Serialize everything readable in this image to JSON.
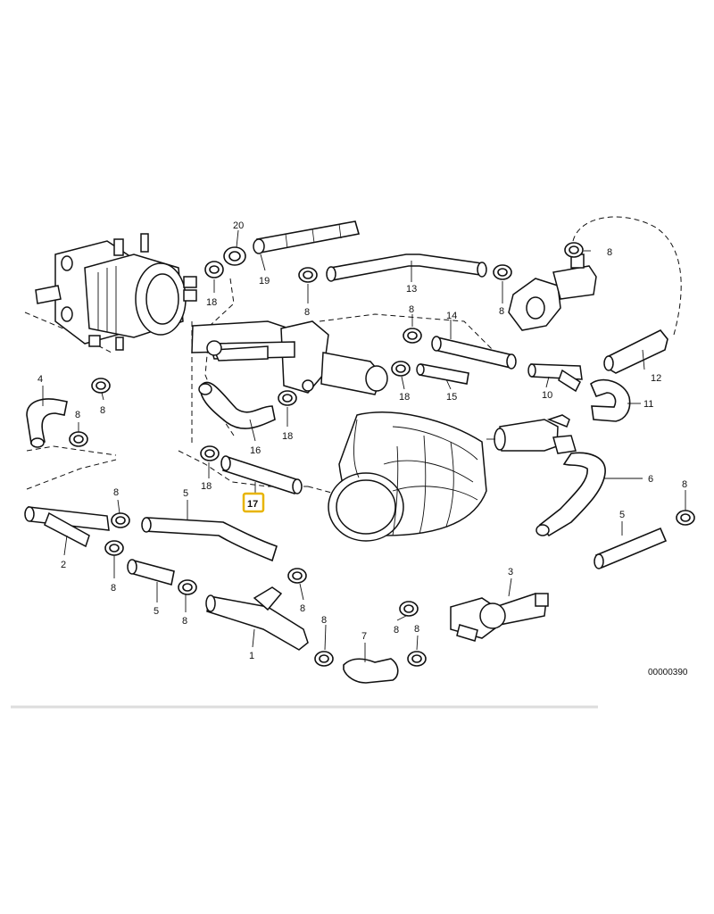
{
  "diagram": {
    "highlighted_label": "17",
    "drawing_code": "00000390",
    "labels": {
      "l1": "1",
      "l2": "2",
      "l3": "3",
      "l4": "4",
      "l5a": "5",
      "l5b": "5",
      "l5c": "5",
      "l6": "6",
      "l7": "7",
      "l8a": "8",
      "l8b": "8",
      "l8c": "8",
      "l8d": "8",
      "l8e": "8",
      "l8f": "8",
      "l8g": "8",
      "l8h": "8",
      "l8i": "8",
      "l8j": "8",
      "l8k": "8",
      "l8l": "8",
      "l10": "10",
      "l11": "11",
      "l12": "12",
      "l13": "13",
      "l14": "14",
      "l15": "15",
      "l16": "16",
      "l18a": "18",
      "l18b": "18",
      "l18c": "18",
      "l18d": "18",
      "l19": "19",
      "l20": "20"
    }
  }
}
